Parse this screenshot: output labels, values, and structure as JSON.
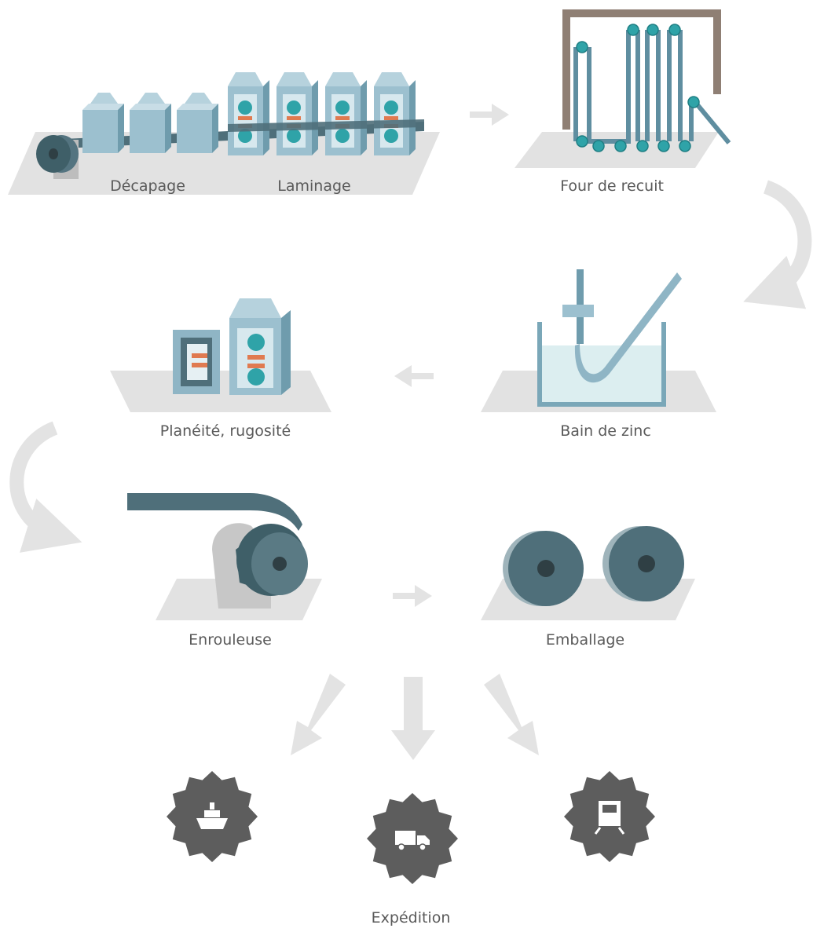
{
  "stages": {
    "decapage": "Décapage",
    "laminage": "Laminage",
    "four": "Four de recuit",
    "bain": "Bain de zinc",
    "planeite": "Planéité, rugosité",
    "enrouleuse": "Enrouleuse",
    "emballage": "Emballage",
    "expedition": "Expédition"
  },
  "transport_icons": [
    "ship-icon",
    "truck-icon",
    "train-icon"
  ],
  "colors": {
    "steel": "#8fb5c5",
    "steel_dark": "#5f8ea0",
    "coil_face": "#3f5f68",
    "coil_rim": "#c2d6de",
    "teal": "#2fa3a8",
    "heat": "#e07a50",
    "arrow": "#e3e3e3",
    "platform": "#e2e2e2",
    "frame": "#8f7f74",
    "badge": "#5d5d5d"
  }
}
